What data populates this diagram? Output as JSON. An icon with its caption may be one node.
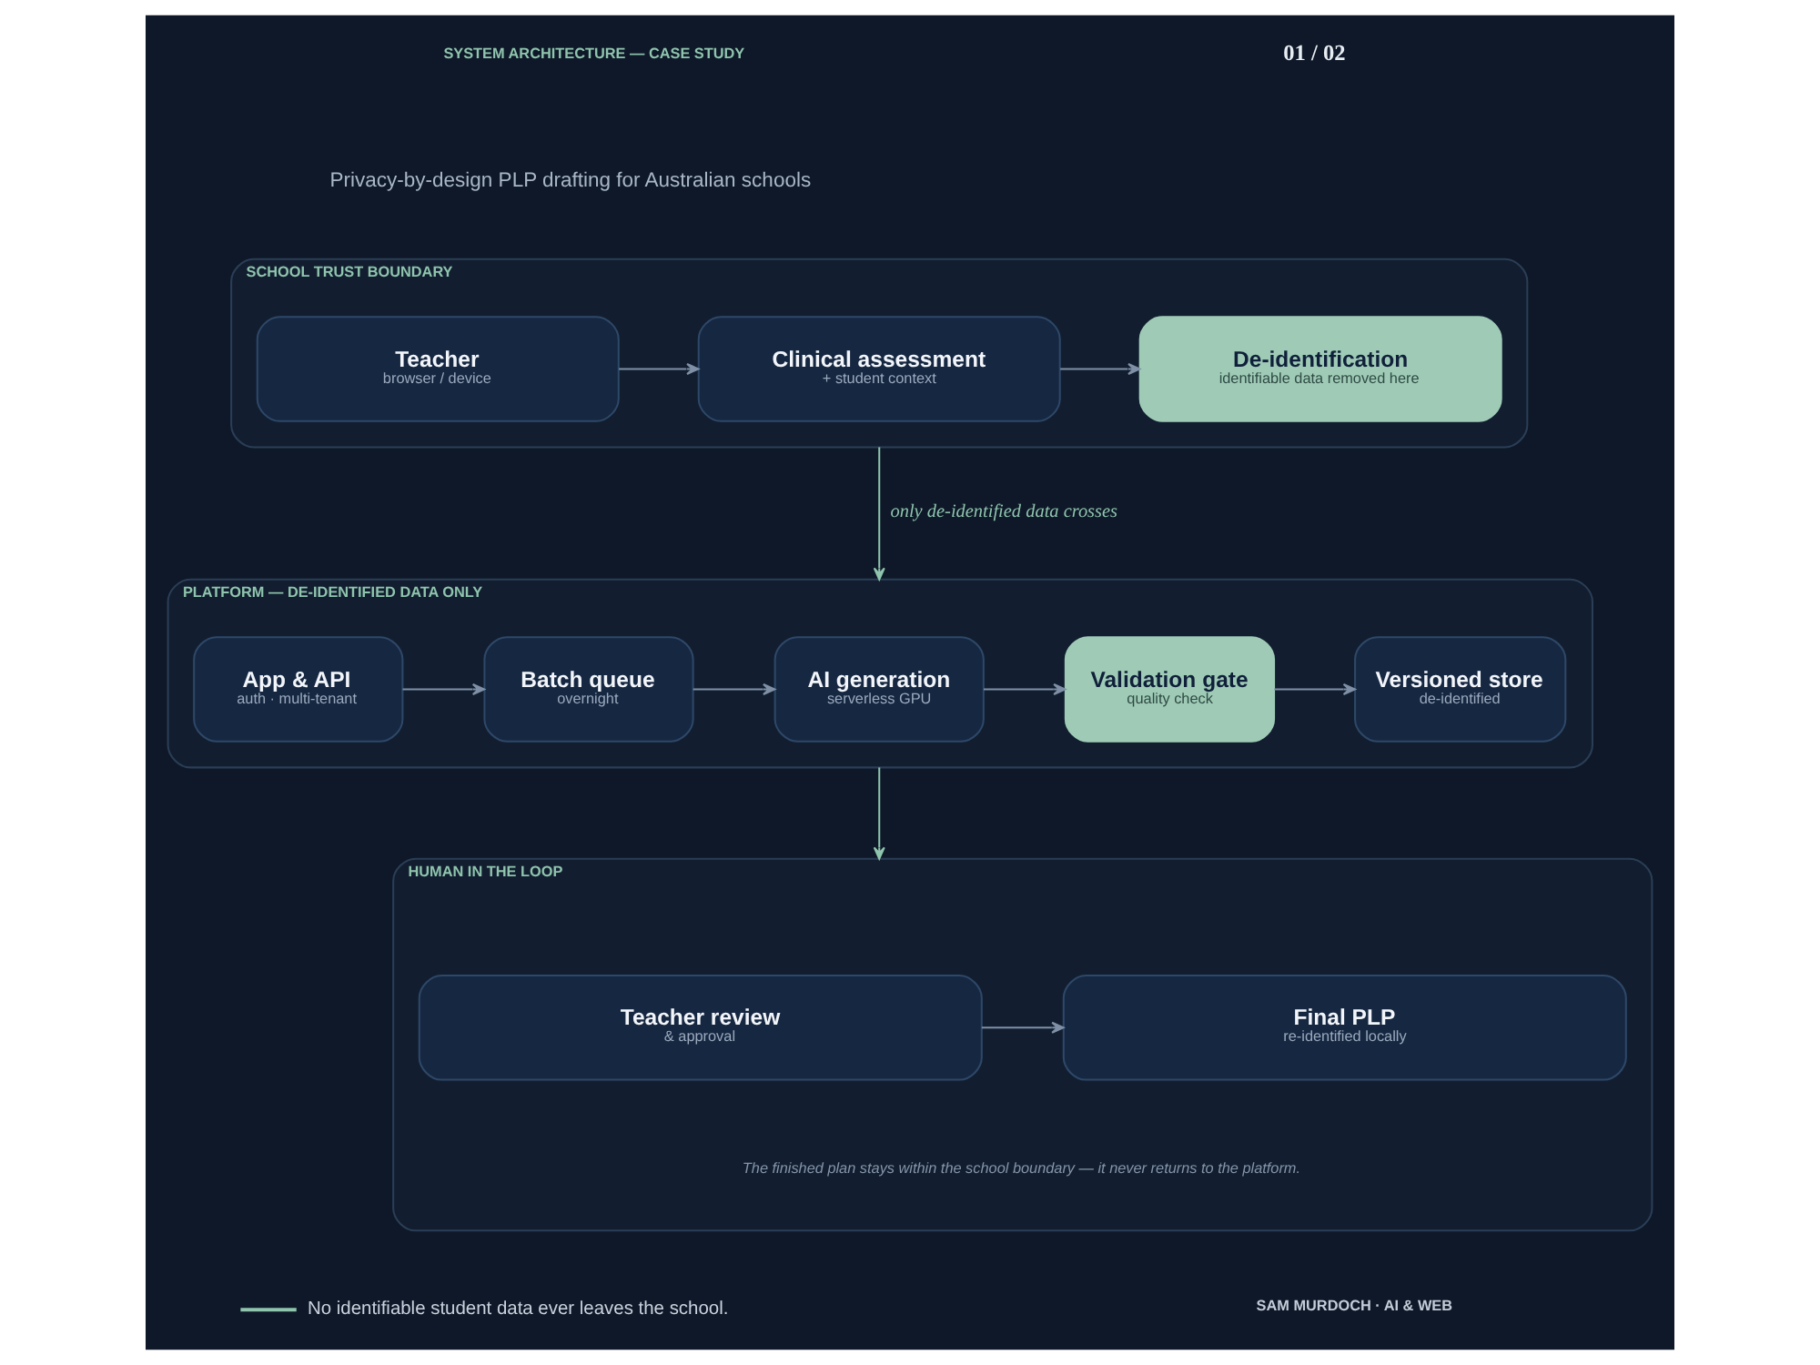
{
  "diagram": {
    "nodes": [
      {
        "text": [
          "SCHOOL TRUST BOUNDARY"
        ]
      },
      {
        "text": [
          "Teacher",
          "browser / device"
        ],
        "in": 0
      },
      {
        "text": [
          "Clinical assessment",
          "+ student context"
        ],
        "in": 0
      },
      {
        "text": [
          "De-identification",
          "identifiable data removed here"
        ],
        "in": 0
      },
      {
        "text": [
          "PLATFORM — DE-IDENTIFIED DATA ONLY"
        ]
      },
      {
        "text": [
          "App & API",
          "auth · multi-tenant"
        ],
        "in": 4
      },
      {
        "text": [
          "Batch queue",
          "overnight"
        ],
        "in": 4
      },
      {
        "text": [
          "AI generation",
          "serverless GPU"
        ],
        "in": 4
      },
      {
        "text": [
          "Validation gate",
          "quality check"
        ],
        "in": 4
      },
      {
        "text": [
          "Versioned store",
          "de-identified"
        ],
        "in": 4
      },
      {
        "text": [
          "HUMAN IN THE LOOP"
        ]
      },
      {
        "text": [
          "Teacher review",
          "& approval"
        ],
        "in": 10
      },
      {
        "text": [
          "Final PLP",
          "re-identified locally"
        ],
        "in": 10
      }
    ],
    "edges": [
      {
        "from": 1,
        "to": 2,
        "arrow": "to"
      },
      {
        "from": 2,
        "to": 3,
        "arrow": "to"
      },
      {
        "from": 0,
        "to": 4,
        "arrow": "to",
        "label": "only de-identified data crosses",
        "color": "#8fc4ad"
      },
      {
        "from": 5,
        "to": 6,
        "arrow": "to"
      },
      {
        "from": 6,
        "to": 7,
        "arrow": "to"
      },
      {
        "from": 7,
        "to": 8,
        "arrow": "to"
      },
      {
        "from": 8,
        "to": 9,
        "arrow": "to"
      },
      {
        "from": 4,
        "to": 10,
        "arrow": "to",
        "color": "#8fc4ad"
      },
      {
        "from": 11,
        "to": 12,
        "arrow": "to"
      }
    ],
    "labels": [
      "SYSTEM ARCHITECTURE — CASE STUDY",
      "01 / 02",
      "Privacy-by-design PLP drafting for Australian schools",
      "The finished plan stays within the school boundary — it never returns to the platform.",
      "SAM MURDOCH · AI & WEB"
    ],
    "legend": [
      {
        "text": "No identifiable student data ever leaves the school."
      }
    ]
  }
}
